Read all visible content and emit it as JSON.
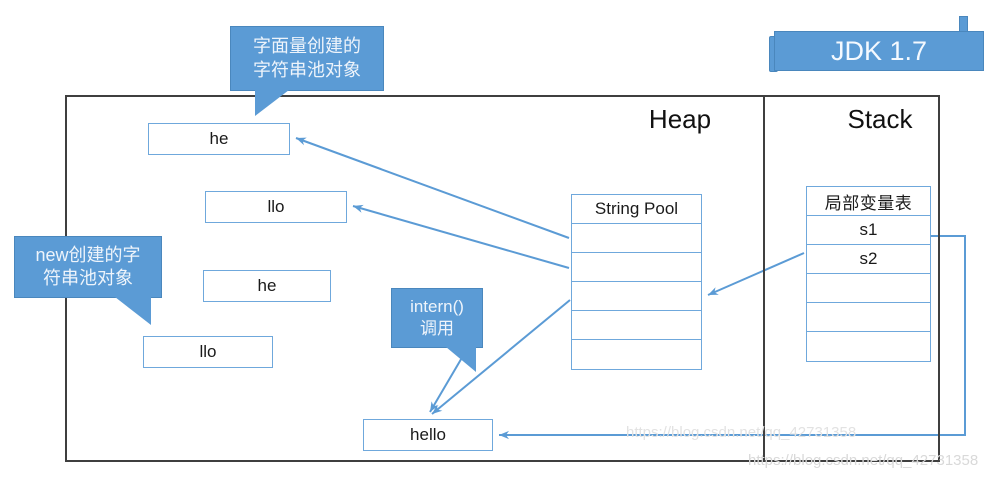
{
  "banner": {
    "label": "JDK 1.7"
  },
  "regions": {
    "heap_title": "Heap",
    "stack_title": "Stack"
  },
  "heap": {
    "boxes": [
      {
        "name": "he-upper",
        "label": "he"
      },
      {
        "name": "llo-upper",
        "label": "llo"
      },
      {
        "name": "he-lower",
        "label": "he"
      },
      {
        "name": "llo-lower",
        "label": "llo"
      },
      {
        "name": "hello",
        "label": "hello"
      }
    ],
    "string_pool": {
      "header": "String Pool",
      "rows": [
        "",
        "",
        "",
        "",
        ""
      ]
    }
  },
  "stack": {
    "locals_table": {
      "header": "局部变量表",
      "rows": [
        "s1",
        "s2",
        "",
        "",
        ""
      ]
    }
  },
  "callouts": {
    "literal": {
      "line1": "字面量创建的",
      "line2": "字符串池对象"
    },
    "new": {
      "line1": "new创建的字",
      "line2": "符串池对象"
    },
    "intern": {
      "line1": "intern()",
      "line2": "调用"
    }
  },
  "watermark": {
    "url": "https://blog.csdn.net/qq_42731358",
    "url_faint": "https://blog.csdn.net/qq_42731358"
  },
  "colors": {
    "accent_blue": "#5b9bd5",
    "box_border": "#6fa8dc",
    "frame": "#3f3f3f",
    "arrow": "#5b9bd5"
  }
}
